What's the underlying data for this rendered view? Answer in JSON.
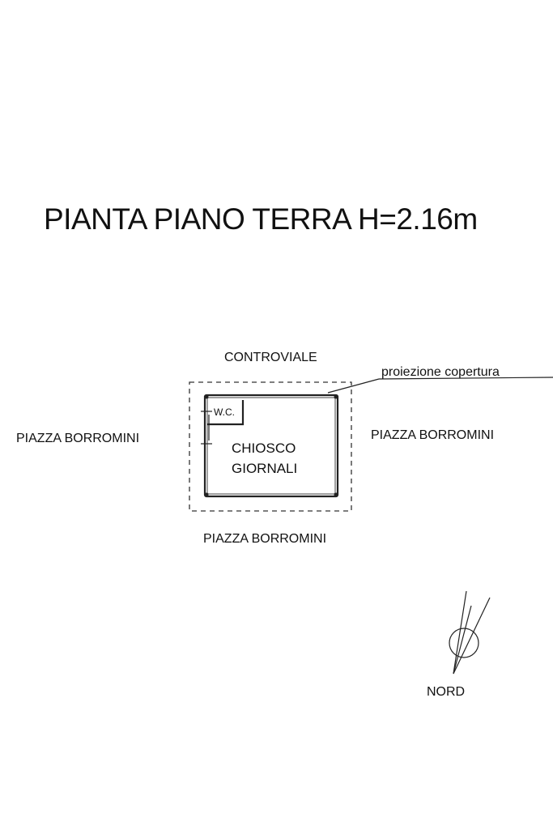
{
  "title": "PIANTA PIANO TERRA H=2.16m",
  "streets": {
    "top": "CONTROVIALE",
    "left": "PIAZZA BORROMINI",
    "right": "PIAZZA BORROMINI",
    "bottom": "PIAZZA BORROMINI"
  },
  "callout": "proiezione copertura",
  "rooms": {
    "wc": "W.C.",
    "kiosk_line1": "CHIOSCO",
    "kiosk_line2": "GIORNALI"
  },
  "north_label": "NORD"
}
